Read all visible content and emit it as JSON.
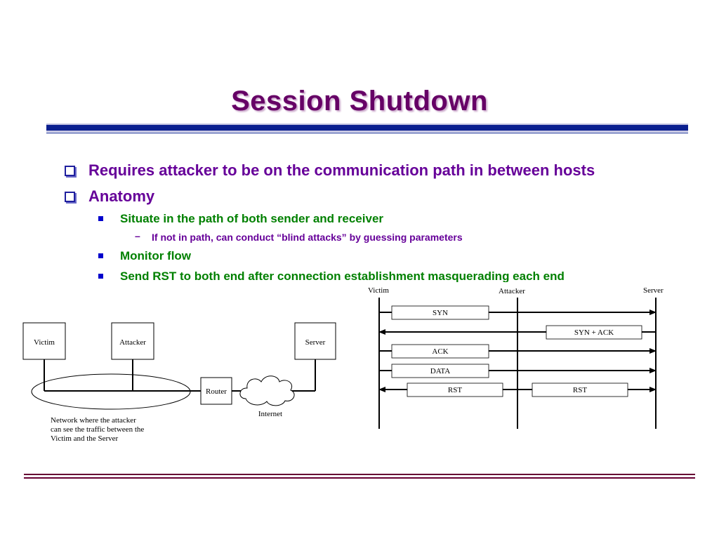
{
  "slide": {
    "title": "Session Shutdown",
    "bullets": [
      {
        "text": "Requires attacker to be on the communication path in between hosts"
      },
      {
        "text": "Anatomy"
      },
      {
        "text": "Situate in the path of both sender and receiver"
      },
      {
        "text": "If not in path, can conduct “blind attacks” by guessing parameters"
      },
      {
        "text": "Monitor flow"
      },
      {
        "text": "Send RST to both end after connection establishment masquerading each end"
      }
    ]
  },
  "network_diagram": {
    "victim": "Victim",
    "attacker": "Attacker",
    "server": "Server",
    "router": "Router",
    "internet": "Internet",
    "note_line1": "Network where the attacker",
    "note_line2": "can see the traffic between the",
    "note_line3": "Victim and the Server"
  },
  "sequence_diagram": {
    "victim": "Victim",
    "attacker": "Attacker",
    "server": "Server",
    "messages": {
      "syn": "SYN",
      "synack": "SYN + ACK",
      "ack": "ACK",
      "data": "DATA",
      "rst_victim": "RST",
      "rst_server": "RST"
    }
  },
  "colors": {
    "title": "#660066",
    "level1": "#660099",
    "level2": "#008000",
    "rule_blue": "#0a1f8f"
  }
}
